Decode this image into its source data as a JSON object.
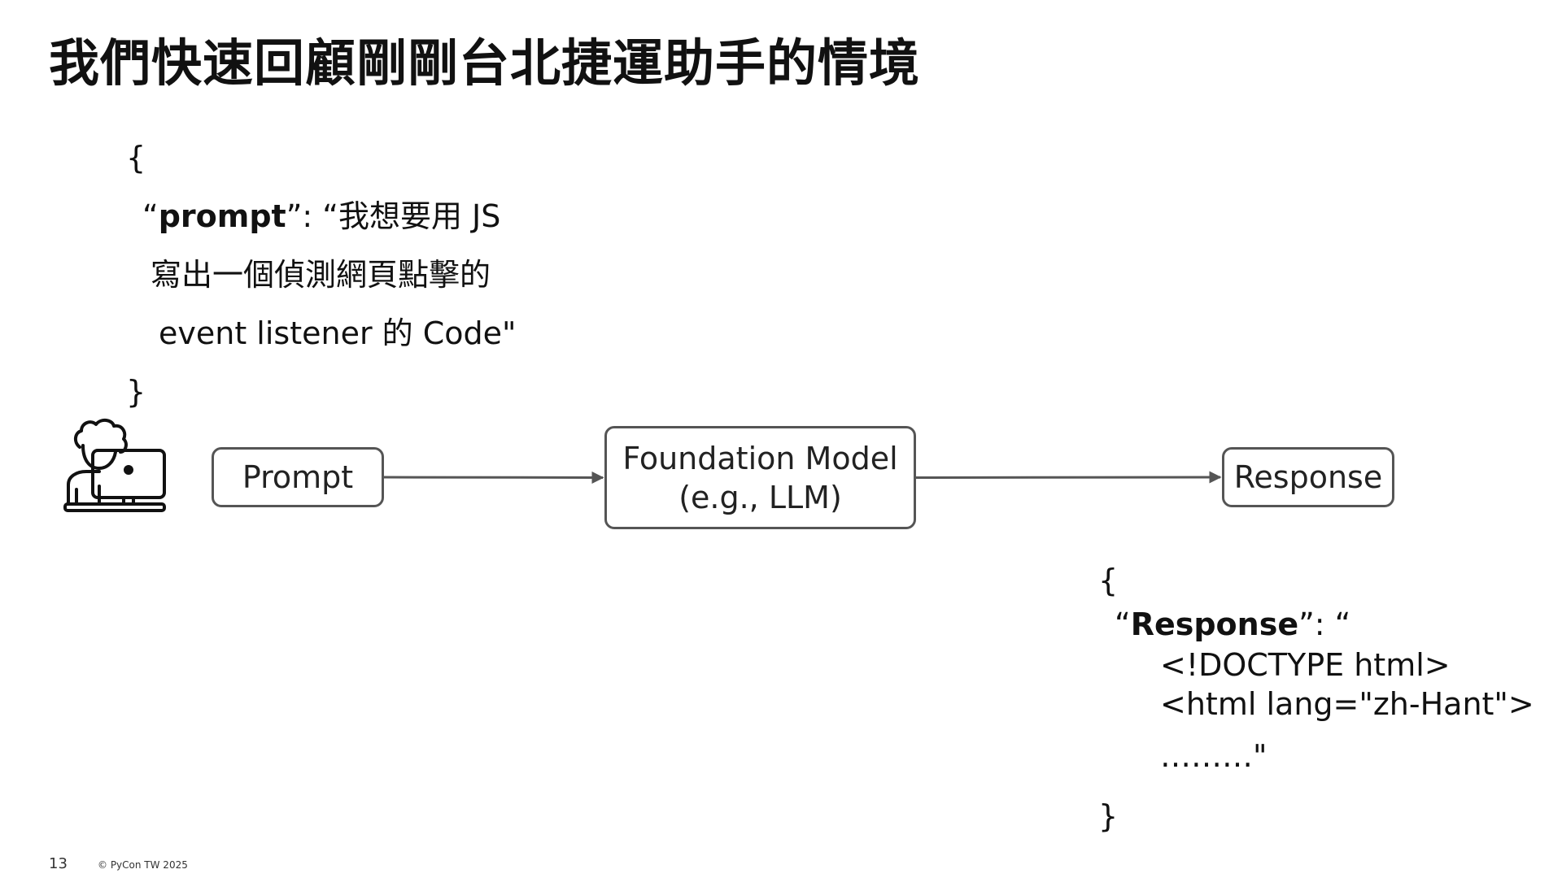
{
  "title": "我們快速回顧剛剛台北捷運助手的情境",
  "prompt_block": {
    "open_brace": "{",
    "key_open_quote": "“",
    "key": "prompt",
    "key_close": "”: “",
    "line1_rest": "我想要用 JS",
    "line2": "寫出一個偵測網頁點擊的",
    "line3": "event listener 的 Code\"",
    "close_brace": "}"
  },
  "diagram": {
    "nodes": [
      {
        "id": "prompt",
        "label": "Prompt"
      },
      {
        "id": "model",
        "label": "Foundation Model\n(e.g., LLM)"
      },
      {
        "id": "response",
        "label": "Response"
      }
    ],
    "edges": [
      {
        "from": "prompt",
        "to": "model"
      },
      {
        "from": "model",
        "to": "response"
      }
    ],
    "icons": [
      "person-at-computer-icon"
    ]
  },
  "response_block": {
    "open_brace": "{",
    "key_open_quote": "“",
    "key": "Response",
    "key_close": "”: “",
    "line1": "<!DOCTYPE html>",
    "line2": "<html lang=\"zh-Hant\">",
    "line3": "………\"",
    "close_brace": "}"
  },
  "footer": {
    "page_number": "13",
    "copyright": "© PyCon TW 2025"
  },
  "colors": {
    "text": "#111111",
    "box_border": "#555555",
    "arrow": "#555555"
  }
}
